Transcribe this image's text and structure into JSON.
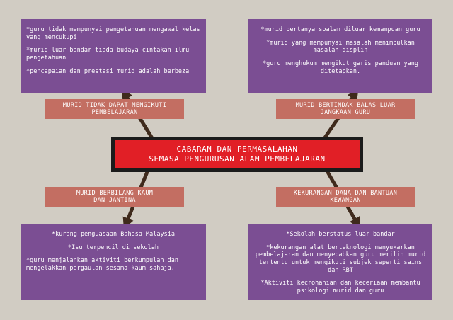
{
  "center": {
    "line1": "CABARAN DAN PERMASALAHAN",
    "line2": "SEMASA PENGURUSAN ALAM PEMBELAJARAN"
  },
  "branches": {
    "top_left": {
      "label_line1": "MURID TIDAK DAPAT MENGIKUTI",
      "label_line2": "PEMBELAJARAN",
      "items": [
        "*guru tidak mempunyai pengetahuan mengawal kelas yang mencukupi",
        "*murid luar bandar tiada budaya cintakan ilmu pengetahuan",
        "*pencapaian dan prestasi murid adalah berbeza"
      ]
    },
    "top_right": {
      "label_line1": "MURID BERTINDAK BALAS LUAR",
      "label_line2": "JANGKAAN GURU",
      "items": [
        "*murid bertanya soalan diluar kemampuan guru",
        "*murid yang mempunyai masalah menimbulkan masalah displin",
        "*guru menghukum mengikut garis panduan yang ditetapkan."
      ]
    },
    "bottom_left": {
      "label_line1": "MURID BERBILANG KAUM",
      "label_line2": "DAN JANTINA",
      "items": [
        "*kurang penguasaan Bahasa Malaysia",
        "*Isu terpencil di sekolah",
        "*guru menjalankan aktiviti berkumpulan dan mengelakkan pergaulan sesama kaum sahaja."
      ]
    },
    "bottom_right": {
      "label_line1": "KEKURANGAN DANA DAN BANTUAN",
      "label_line2": "KEWANGAN",
      "items": [
        "*Sekolah berstatus luar bandar",
        "*kekurangan alat berteknologi menyukarkan pembelajaran dan menyebabkan guru memilih murid tertentu untuk mengikuti subjek seperti sains dan RBT",
        "*Aktiviti kecrohanian dan keceriaan membantu psikologi murid dan guru"
      ]
    }
  },
  "colors": {
    "background": "#d1ccc3",
    "box": "#7b4e93",
    "label": "#c36e62",
    "center": "#e11f26",
    "arrow": "#3f2a1c"
  }
}
